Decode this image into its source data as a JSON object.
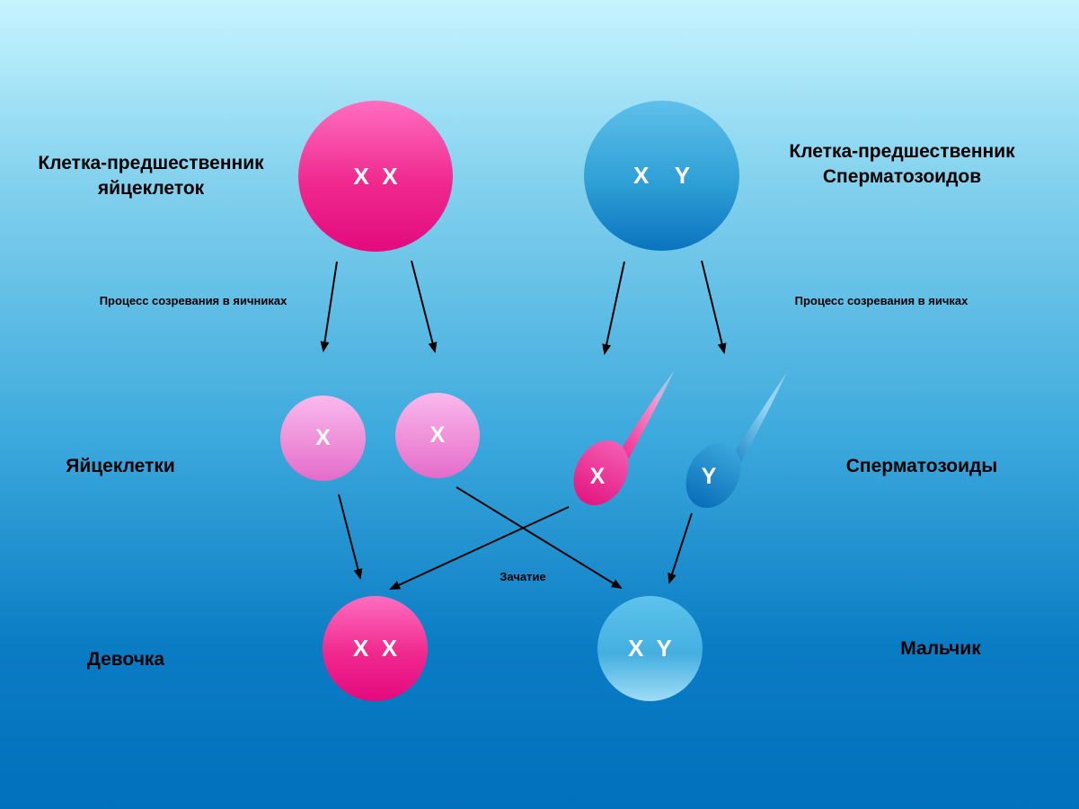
{
  "labels": {
    "egg_progenitor_line1": "Клетка-предшественник",
    "egg_progenitor_line2": "яйцеклеток",
    "sperm_progenitor_line1": "Клетка-предшественник",
    "sperm_progenitor_line2": "Сперматозоидов",
    "ovary_process": "Процесс созревания в яичниках",
    "testes_process": "Процесс созревания в яичках",
    "eggs": "Яйцеклетки",
    "sperm": "Сперматозоиды",
    "conception": "Зачатие",
    "girl": "Девочка",
    "boy": "Мальчик"
  },
  "cells": {
    "egg_progenitor": "X  X",
    "sperm_progenitor": "X    Y",
    "egg1": "X",
    "egg2": "X",
    "sperm_x": "X",
    "sperm_y": "Y",
    "girl": "X  X",
    "boy": "X  Y"
  },
  "colors": {
    "pink": "#e30a7e",
    "light_pink": "#ef8fd9",
    "blue": "#0a74bf",
    "light_blue": "#44afe0",
    "arrow": "#000000"
  }
}
